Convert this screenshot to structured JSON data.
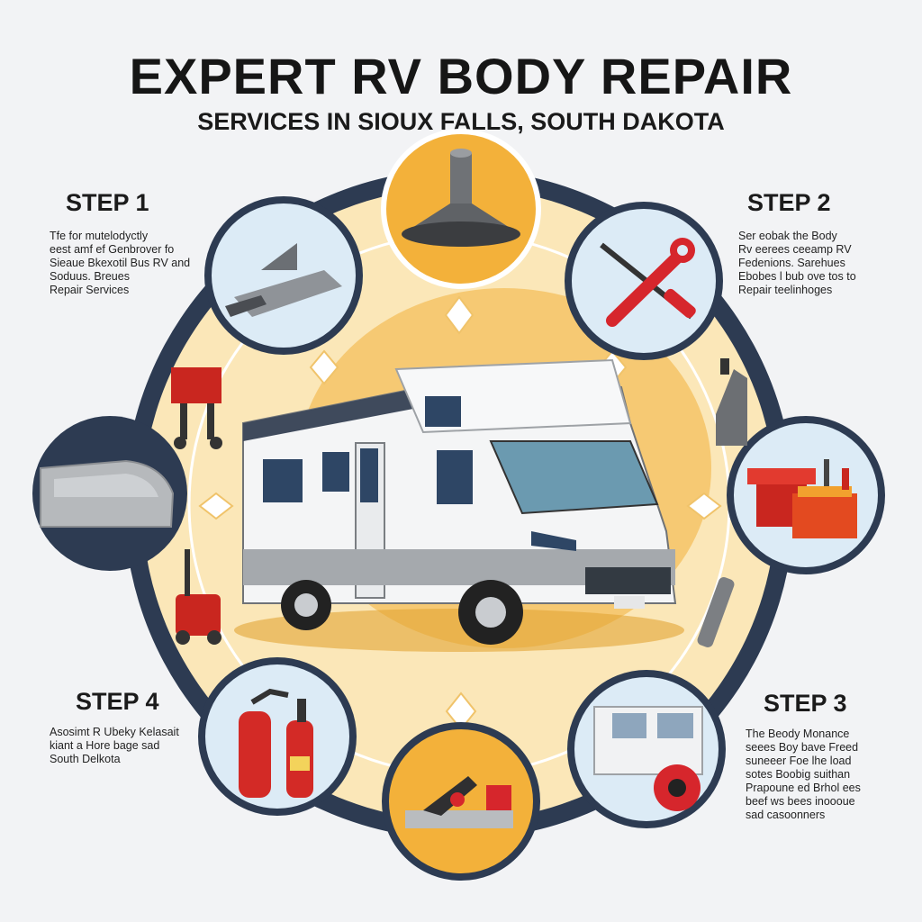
{
  "header": {
    "title": "EXPERT RV BODY  REPAIR",
    "subtitle": "SERVICES IN SIOUX FALLS, SOUTH DAKOTA"
  },
  "steps": [
    {
      "label": "STEP 1",
      "description": "Tfe for mutelodyctly\neest amf ef Genbrover fo\nSieaue Bkexotil Bus RV and\nSoduus. Breues\nRepair Services"
    },
    {
      "label": "STEP 2",
      "description": "Ser eobak the Body\nRv eerees ceeamp RV\nFedenions. Sarehues\nEbobes l bub ove tos to\nRepair teelinhoges"
    },
    {
      "label": "STEP 3",
      "description": "The Beody Monance\nseees Boy bave Freed\nsuneeer Foe lhe load\nsotes Boobig suithan\nPrapoune ed Brhol ees\nbeef ws bees inoooue\nsad casoonners"
    },
    {
      "label": "STEP 4",
      "description": "Asosimt R Ubeky Kelasait\nkiant a Hore bage sad\nSouth Delkota"
    }
  ],
  "icons": [
    "funnel-cone-icon",
    "sanding-tool-icon",
    "wrench-screwdriver-icon",
    "paint-sprayer-icon",
    "toolbox-icon",
    "rv-side-panel-icon",
    "clamp-tool-icon",
    "fire-extinguisher-icon",
    "rv-front-panel-icon",
    "floor-jack-icon",
    "pressure-washer-icon",
    "scraper-icon",
    "motorhome-icon"
  ],
  "colors": {
    "ring": "#2d3b52",
    "accent": "#f3b13a",
    "wheel_fill": "#fbe7b8",
    "background": "#f2f3f5"
  }
}
